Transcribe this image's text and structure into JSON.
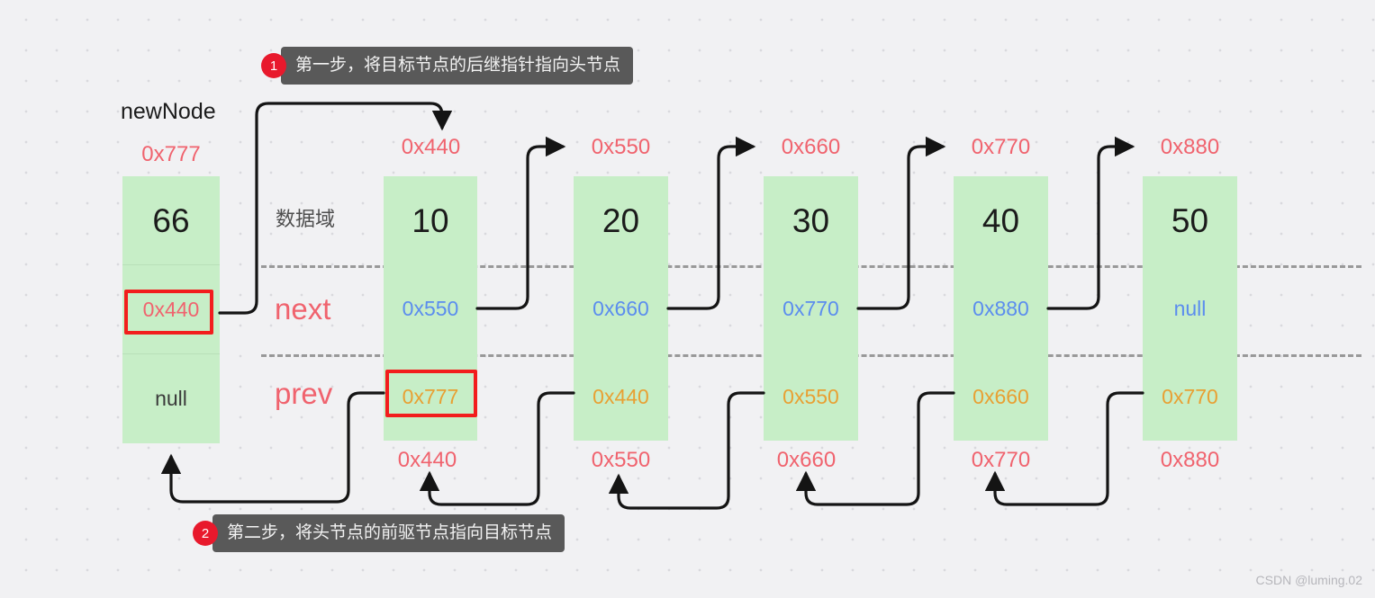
{
  "diagram": {
    "title_note": "doubly linked list head insertion",
    "variable_label": "newNode",
    "field_labels": {
      "data": "数据域",
      "next": "next",
      "prev": "prev"
    },
    "colors": {
      "background": "#f1f1f3",
      "node_fill": "#c7eec7",
      "address_red": "#f0636e",
      "next_blue": "#5b8dee",
      "prev_orange": "#e8a033",
      "highlight_red": "#f21d1d",
      "callout_bg": "#595959",
      "badge_red": "#e8192c"
    }
  },
  "nodes": [
    {
      "id": "newnode",
      "address": "0x777",
      "data": "66",
      "next": "0x440",
      "prev": "null",
      "bottom_address": "",
      "next_highlighted": true,
      "prev_highlighted": false
    },
    {
      "id": "n1",
      "address": "0x440",
      "data": "10",
      "next": "0x550",
      "prev": "0x777",
      "bottom_address": "0x440",
      "next_highlighted": false,
      "prev_highlighted": true
    },
    {
      "id": "n2",
      "address": "0x550",
      "data": "20",
      "next": "0x660",
      "prev": "0x440",
      "bottom_address": "0x550",
      "next_highlighted": false,
      "prev_highlighted": false
    },
    {
      "id": "n3",
      "address": "0x660",
      "data": "30",
      "next": "0x770",
      "prev": "0x550",
      "bottom_address": "0x660",
      "next_highlighted": false,
      "prev_highlighted": false
    },
    {
      "id": "n4",
      "address": "0x770",
      "data": "40",
      "next": "0x880",
      "prev": "0x660",
      "bottom_address": "0x770",
      "next_highlighted": false,
      "prev_highlighted": false
    },
    {
      "id": "n5",
      "address": "0x880",
      "data": "50",
      "next": "null",
      "prev": "0x770",
      "bottom_address": "0x880",
      "next_highlighted": false,
      "prev_highlighted": false
    }
  ],
  "callouts": [
    {
      "number": "1",
      "text": "第一步，将目标节点的后继指针指向头节点"
    },
    {
      "number": "2",
      "text": "第二步，将头节点的前驱节点指向目标节点"
    }
  ],
  "watermark": "CSDN @luming.02"
}
